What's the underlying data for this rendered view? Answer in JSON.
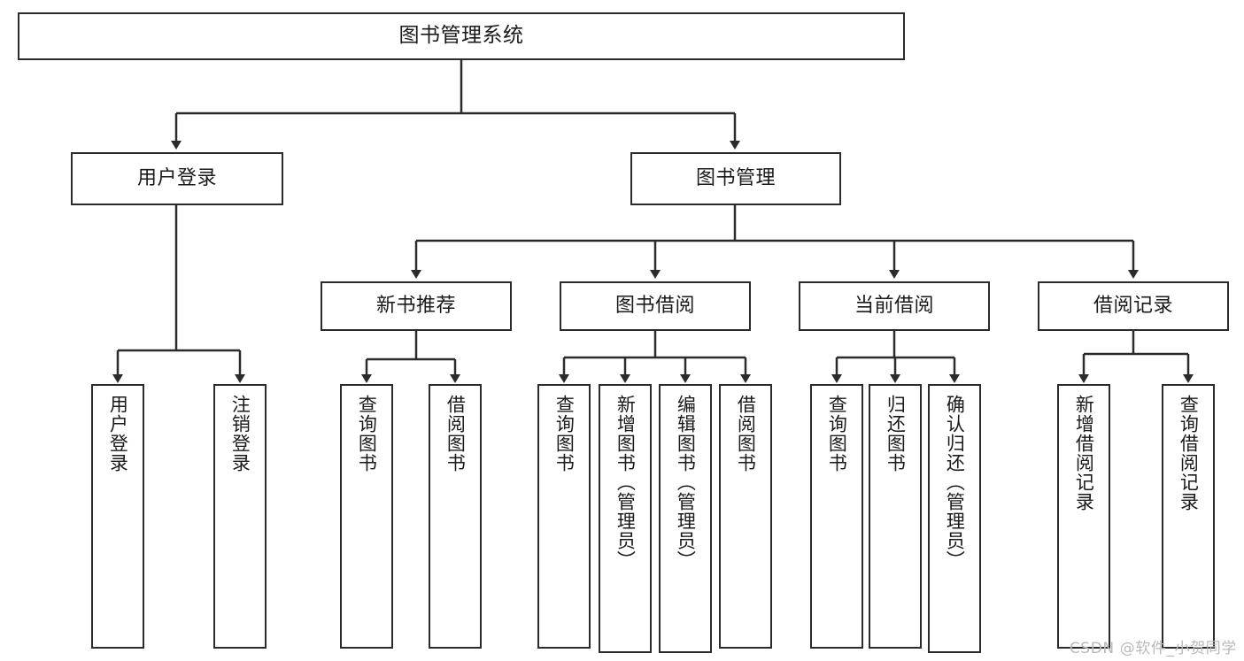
{
  "diagram": {
    "type": "tree",
    "title": "图书管理系统",
    "root": {
      "id": "root",
      "label": "图书管理系统"
    },
    "level1": [
      {
        "id": "user-login",
        "label": "用户登录"
      },
      {
        "id": "book-management",
        "label": "图书管理"
      }
    ],
    "level2": [
      {
        "id": "new-book-recommend",
        "label": "新书推荐",
        "parent": "book-management"
      },
      {
        "id": "book-borrow",
        "label": "图书借阅",
        "parent": "book-management"
      },
      {
        "id": "current-borrow",
        "label": "当前借阅",
        "parent": "book-management"
      },
      {
        "id": "borrow-record",
        "label": "借阅记录",
        "parent": "book-management"
      }
    ],
    "leaves": [
      {
        "id": "leaf-user-login",
        "label": "用户登录",
        "parent": "user-login"
      },
      {
        "id": "leaf-logout-login",
        "label": "注销登录",
        "parent": "user-login"
      },
      {
        "id": "leaf-query-book-1",
        "label": "查询图书",
        "parent": "new-book-recommend"
      },
      {
        "id": "leaf-borrow-book-1",
        "label": "借阅图书",
        "parent": "new-book-recommend"
      },
      {
        "id": "leaf-query-book-2",
        "label": "查询图书",
        "parent": "book-borrow"
      },
      {
        "id": "leaf-add-book",
        "label": "新增图书（管理员）",
        "parent": "book-borrow"
      },
      {
        "id": "leaf-edit-book",
        "label": "编辑图书（管理员）",
        "parent": "book-borrow"
      },
      {
        "id": "leaf-borrow-book-2",
        "label": "借阅图书",
        "parent": "book-borrow"
      },
      {
        "id": "leaf-query-book-3",
        "label": "查询图书",
        "parent": "current-borrow"
      },
      {
        "id": "leaf-return-book",
        "label": "归还图书",
        "parent": "current-borrow"
      },
      {
        "id": "leaf-confirm-return",
        "label": "确认归还（管理员）",
        "parent": "current-borrow"
      },
      {
        "id": "leaf-add-record",
        "label": "新增借阅记录",
        "parent": "borrow-record"
      },
      {
        "id": "leaf-query-record",
        "label": "查询借阅记录",
        "parent": "borrow-record"
      }
    ],
    "colors": {
      "border": "#2b2b2b",
      "background": "#ffffff",
      "text": "#1a1a1a",
      "connector": "#2b2b2b",
      "watermark": "#b9b9b9"
    }
  },
  "watermark": {
    "text": "CSDN @软件_小贺同学"
  }
}
